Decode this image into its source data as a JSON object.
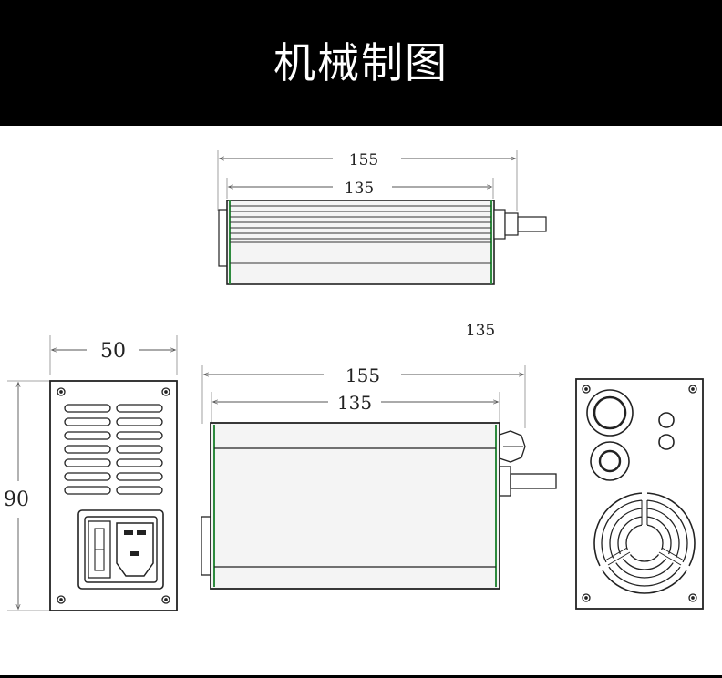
{
  "title": "机械制图",
  "dimensions": {
    "top_view_overall": "155",
    "top_view_body": "135",
    "stray_label": "135",
    "front_overall": "155",
    "front_body": "135",
    "end_width": "50",
    "end_height": "90"
  },
  "colors": {
    "header_bg": "#000000",
    "title": "#ffffff",
    "line": "#1a1a1a",
    "dim_line": "#555555",
    "body_fill": "#f0f0f0",
    "accent_green": "#2e8b3e"
  }
}
